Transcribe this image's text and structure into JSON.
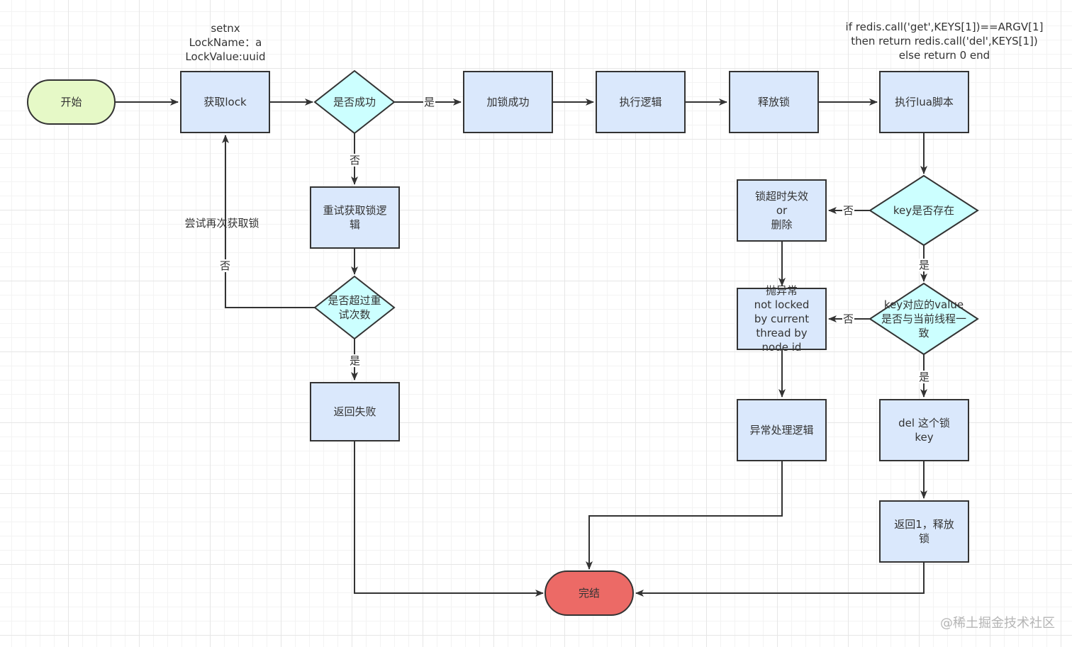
{
  "colors": {
    "process_fill": "#dae8fc",
    "decision_fill": "#ccffff",
    "start_fill": "#e6f9c7",
    "end_fill": "#ec6a66",
    "stroke": "#333333"
  },
  "nodes": {
    "start": "开始",
    "acquire": "获取lock",
    "is_success": "是否成功",
    "lock_ok": "加锁成功",
    "execute": "执行逻辑",
    "release": "释放锁",
    "lua": "执行lua脚本",
    "retry": "重试获取锁逻辑",
    "over_retry": "是否超过重试次数",
    "return_fail": "返回失败",
    "key_exists": "key是否存在",
    "expired": "锁超时失效\nor\n删除",
    "value_match": "key对应的value是否与当前线程一致",
    "throw": "抛异常\nnot locked\nby current\nthread by\nnode id",
    "exception": "异常处理逻辑",
    "del_key": "del 这个锁\nkey",
    "return_release": "返回1，释放锁",
    "end": "完结"
  },
  "annotations": {
    "setnx": "setnx\nLockName：a\nLockValue:uuid",
    "lua_script": "if redis.call('get',KEYS[1])==ARGV[1]\nthen return redis.call('del',KEYS[1])\nelse return 0 end",
    "retry_again": "尝试再次获取锁"
  },
  "edge_labels": {
    "yes": "是",
    "no": "否"
  },
  "watermark": "@稀土掘金技术社区"
}
